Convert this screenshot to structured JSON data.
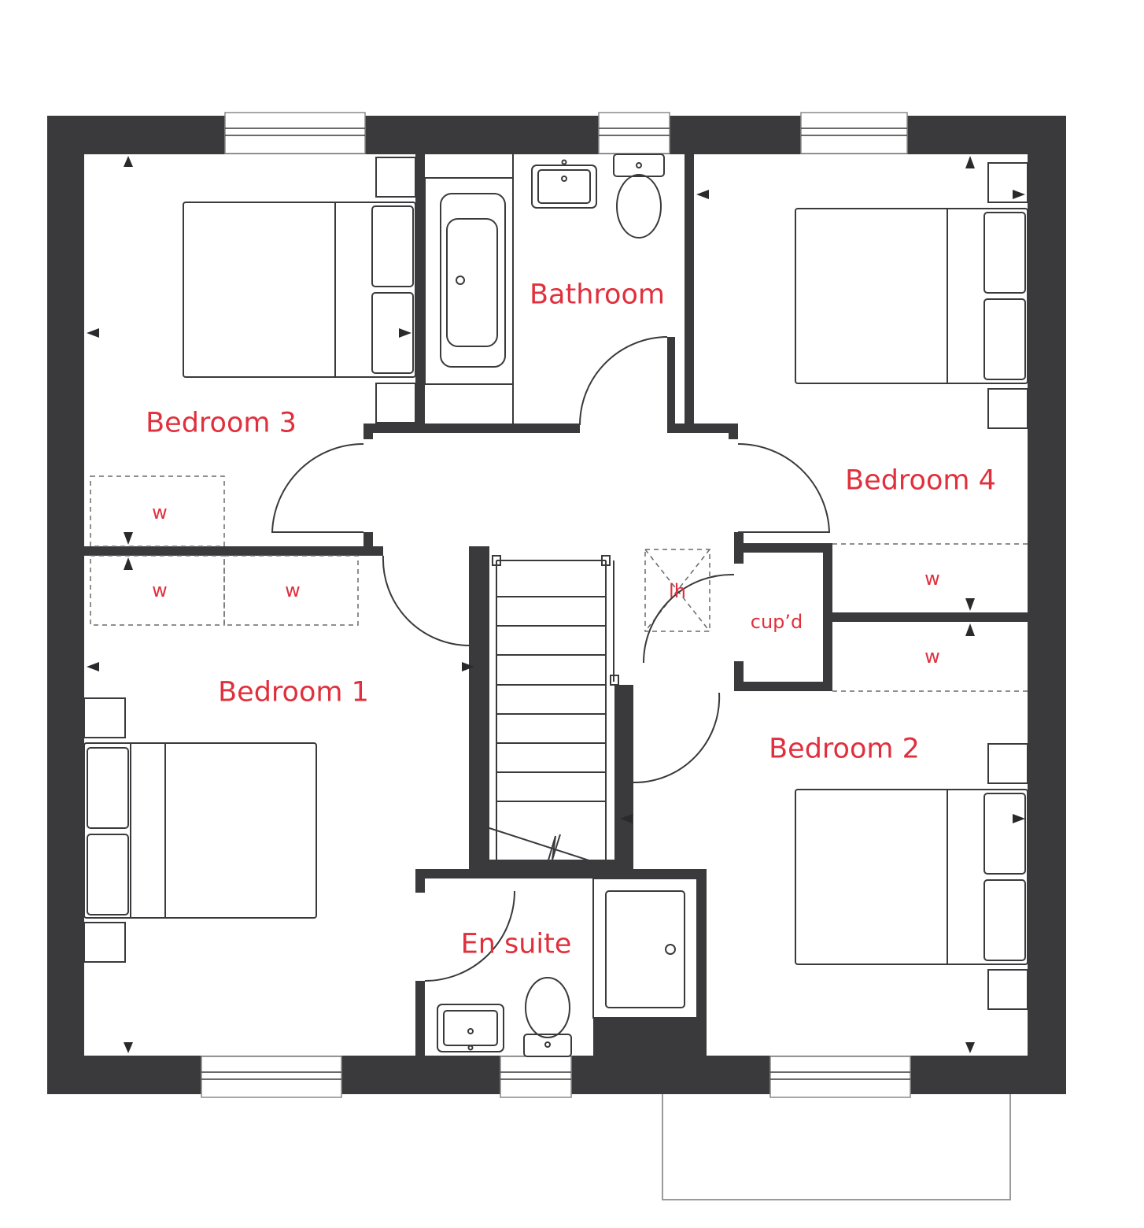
{
  "colors": {
    "wall": "#3a3a3c",
    "label": "#e0303d",
    "background": "#ffffff"
  },
  "rooms": {
    "bathroom": "Bathroom",
    "bedroom1": "Bedroom 1",
    "bedroom2": "Bedroom 2",
    "bedroom3": "Bedroom 3",
    "bedroom4": "Bedroom 4",
    "ensuite": "En suite",
    "cupboard": "cup’d"
  },
  "wardrobes": {
    "w1": "w",
    "w2": "w",
    "w3": "w",
    "w4": "w",
    "w5": "w"
  },
  "linen": "lh",
  "icons": [
    "window-icon",
    "bed-icon",
    "bath-icon",
    "toilet-icon",
    "basin-icon",
    "shower-icon",
    "door-swing-icon",
    "stairs-icon",
    "dimension-arrow-icon"
  ]
}
